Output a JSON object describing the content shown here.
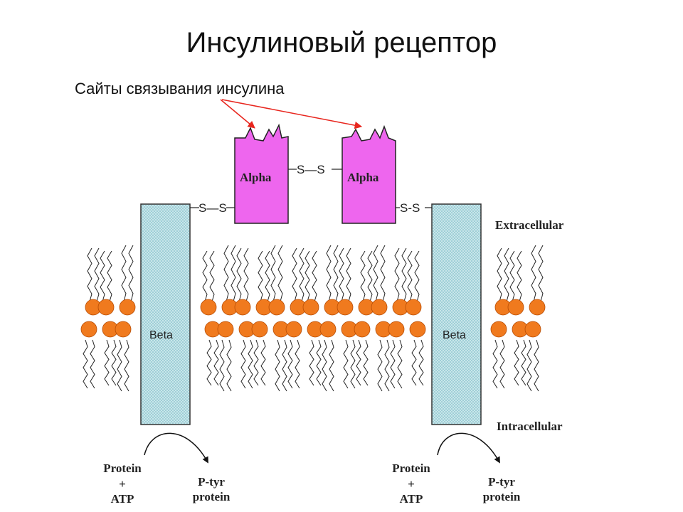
{
  "title": "Инсулиновый рецептор",
  "subtitle": "Сайты связывания инсулина",
  "alpha_label": "Alpha",
  "beta_label": "Beta",
  "bond_label": "S—S",
  "bond_label_right": "S-S",
  "extracellular": "Extracellular",
  "intracellular": "Intracellular",
  "substrate_line1": "Protein",
  "substrate_line2": "+",
  "substrate_line3": "ATP",
  "product_line1": "P-tyr",
  "product_line2": "protein",
  "colors": {
    "alpha": "#ee66ee",
    "beta": "#b9dde4",
    "lipid_head": "#f07a1e",
    "arrow_red": "#e8261e"
  }
}
